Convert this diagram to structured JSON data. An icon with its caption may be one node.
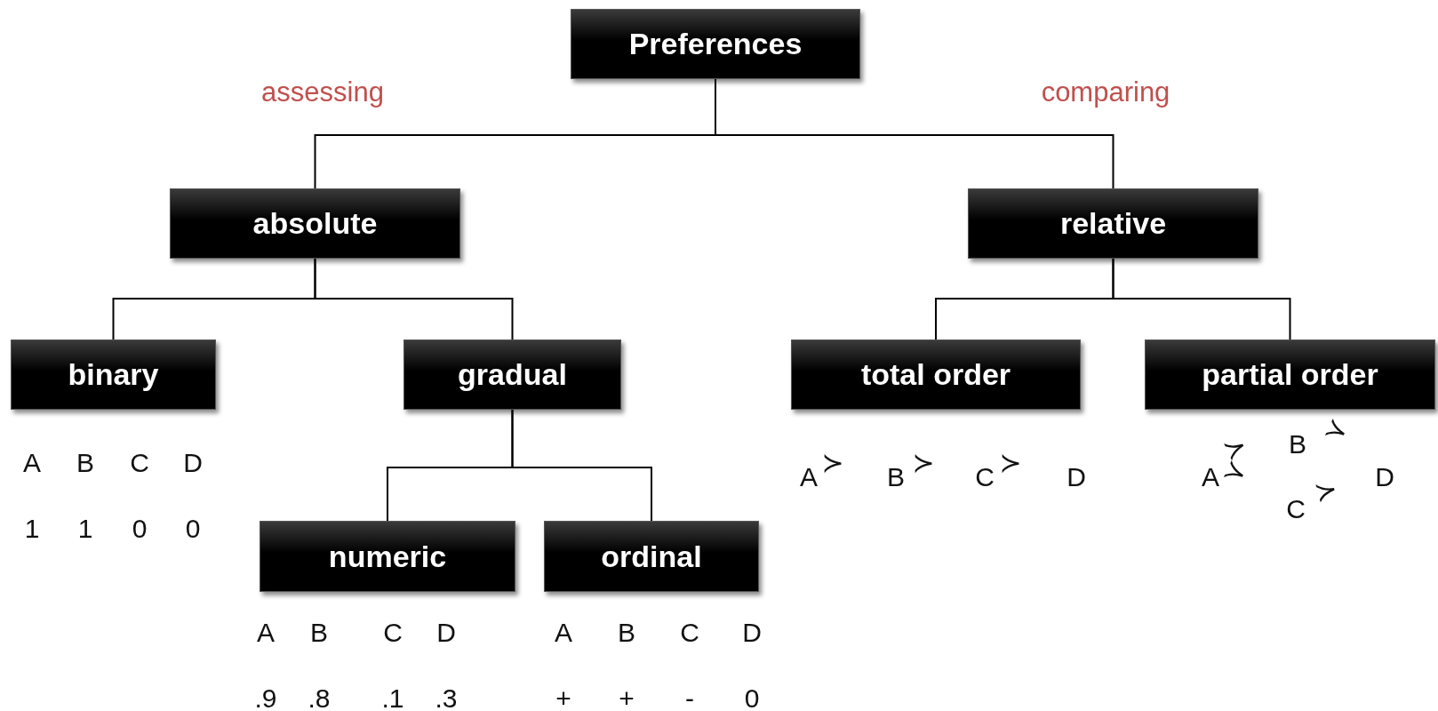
{
  "diagram": {
    "nodes": [
      {
        "text": [
          "Preferences"
        ]
      },
      {
        "text": [
          "absolute"
        ]
      },
      {
        "text": [
          "relative"
        ]
      },
      {
        "text": [
          "binary"
        ]
      },
      {
        "text": [
          "gradual"
        ]
      },
      {
        "text": [
          "total order"
        ]
      },
      {
        "text": [
          "partial order"
        ]
      },
      {
        "text": [
          "numeric"
        ]
      },
      {
        "text": [
          "ordinal"
        ]
      }
    ],
    "edges": [
      {
        "from": 0,
        "to": 1,
        "arrow": "none",
        "label": "assessing"
      },
      {
        "from": 0,
        "to": 2,
        "arrow": "none",
        "label": "comparing"
      },
      {
        "from": 1,
        "to": 3,
        "arrow": "none"
      },
      {
        "from": 1,
        "to": 4,
        "arrow": "none"
      },
      {
        "from": 2,
        "to": 5,
        "arrow": "none"
      },
      {
        "from": 2,
        "to": 6,
        "arrow": "none"
      },
      {
        "from": 4,
        "to": 7,
        "arrow": "none"
      },
      {
        "from": 4,
        "to": 8,
        "arrow": "none"
      }
    ],
    "labels": [
      "A",
      "B",
      "C",
      "D",
      "1",
      "1",
      "0",
      "0",
      "A",
      "≻",
      "B",
      "≻",
      "C",
      "≻",
      "D",
      "B",
      "≻",
      "≻",
      "A",
      "≻",
      "D",
      "C",
      "≻",
      "A",
      "B",
      "C",
      "D",
      ".9",
      ".8",
      ".1",
      ".3",
      "A",
      "B",
      "C",
      "D",
      "+",
      "+",
      "-",
      "0"
    ]
  }
}
